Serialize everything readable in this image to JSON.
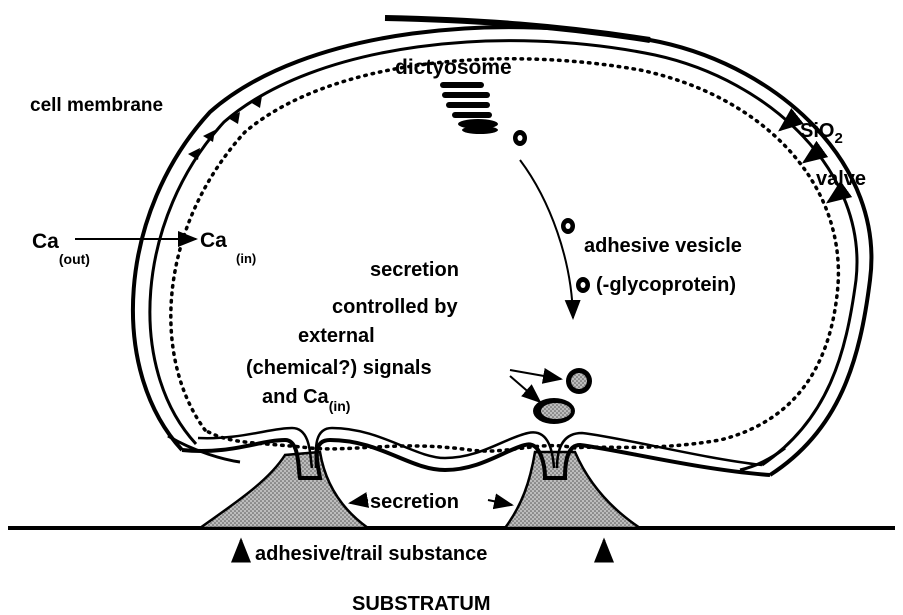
{
  "labels": {
    "cell_membrane": "cell membrane",
    "dictyosome": "dictyosome",
    "sio2_base": "SiO",
    "sio2_sub": "2",
    "valve": "valve",
    "ca": "Ca",
    "ca_out_sub": "(out)",
    "ca_in_sub": "(in)",
    "adhesive_vesicle": "adhesive vesicle",
    "glycoprotein": "(-glycoprotein)",
    "secretion_lines": [
      "secretion",
      "controlled by",
      "external",
      "(chemical?) signals"
    ],
    "and_ca": "and Ca",
    "and_ca_sub": "(in)",
    "secretion": "secretion",
    "adhesive_trail": "adhesive/trail substance",
    "substratum": "SUBSTRATUM"
  },
  "colors": {
    "ink": "#000000",
    "paper": "#ffffff",
    "stipple": "#9a9a9a"
  }
}
